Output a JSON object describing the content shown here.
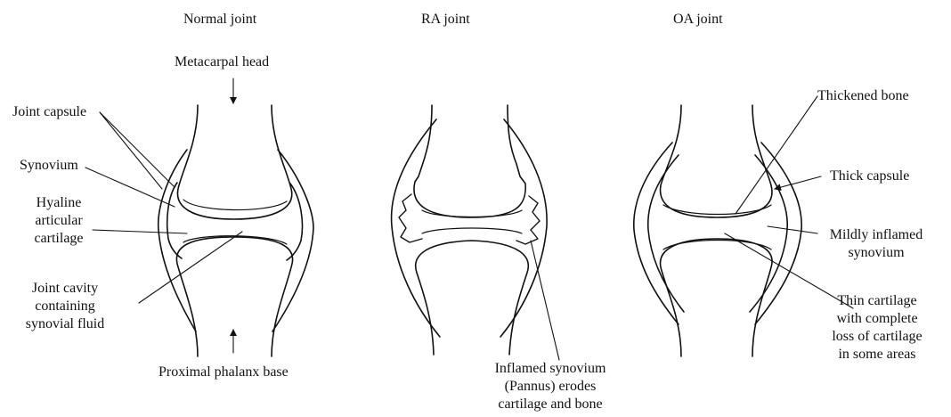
{
  "titles": {
    "normal": "Normal joint",
    "ra": "RA joint",
    "oa": "OA joint"
  },
  "labels": {
    "metacarpal_head": "Metacarpal head",
    "proximal_phalanx_base": "Proximal phalanx base",
    "joint_capsule": "Joint capsule",
    "synovium": "Synovium",
    "hyaline_cartilage": [
      "Hyaline",
      "articular",
      "cartilage"
    ],
    "joint_cavity": [
      "Joint cavity",
      "containing",
      "synovial fluid"
    ],
    "inflamed_synovium": [
      "Inflamed synovium",
      "(Pannus) erodes",
      "cartilage and bone"
    ],
    "thickened_bone": "Thickened bone",
    "thick_capsule": "Thick capsule",
    "mildly_inflamed_synovium": [
      "Mildly inflamed",
      "synovium"
    ],
    "thin_cartilage": [
      "Thin cartilage",
      "with complete",
      "loss of cartilage",
      "in some areas"
    ]
  },
  "colors": {
    "ink": "#111111",
    "background": "#ffffff"
  }
}
